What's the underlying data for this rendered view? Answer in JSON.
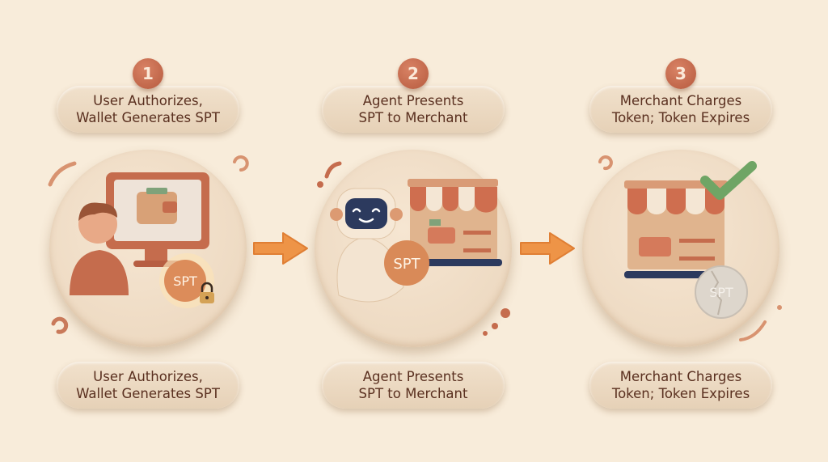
{
  "steps": [
    {
      "number": "1",
      "title_line1": "User Authorizes,",
      "title_line2": "Wallet Generates SPT",
      "caption_line1": "User Authorizes,",
      "caption_line2": "Wallet Generates SPT",
      "token_label": "SPT"
    },
    {
      "number": "2",
      "title_line1": "Agent Presents",
      "title_line2": "SPT to Merchant",
      "caption_line1": "Agent Presents",
      "caption_line2": "SPT to Merchant",
      "token_label": "SPT"
    },
    {
      "number": "3",
      "title_line1": "Merchant Charges",
      "title_line2": "Token; Token Expires",
      "caption_line1": "Merchant Charges",
      "caption_line2": "Token; Token Expires",
      "token_label": "SPT"
    }
  ],
  "colors": {
    "background": "#f8ecda",
    "accent": "#c2674a",
    "arrow": "#ee9447",
    "text": "#5a3020",
    "check": "#6fa565",
    "navy": "#2c3a5e"
  }
}
